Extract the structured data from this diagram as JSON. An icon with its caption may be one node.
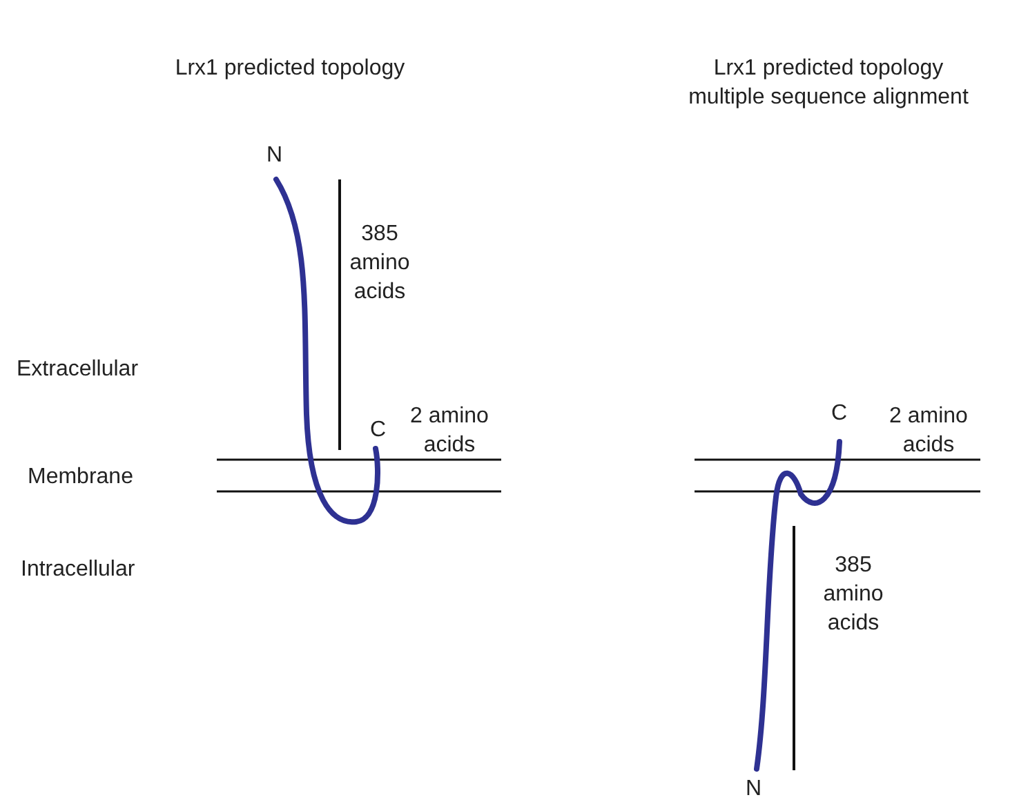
{
  "diagram": {
    "labels": [
      "Lrx1 predicted topology",
      "Lrx1 predicted topology multiple sequence alignment",
      "N",
      "385 amino acids",
      "Extracellular",
      "C",
      "2 amino acids",
      "C",
      "2 amino acids",
      "Membrane",
      "Intracellular",
      "385 amino acids",
      "N"
    ]
  }
}
